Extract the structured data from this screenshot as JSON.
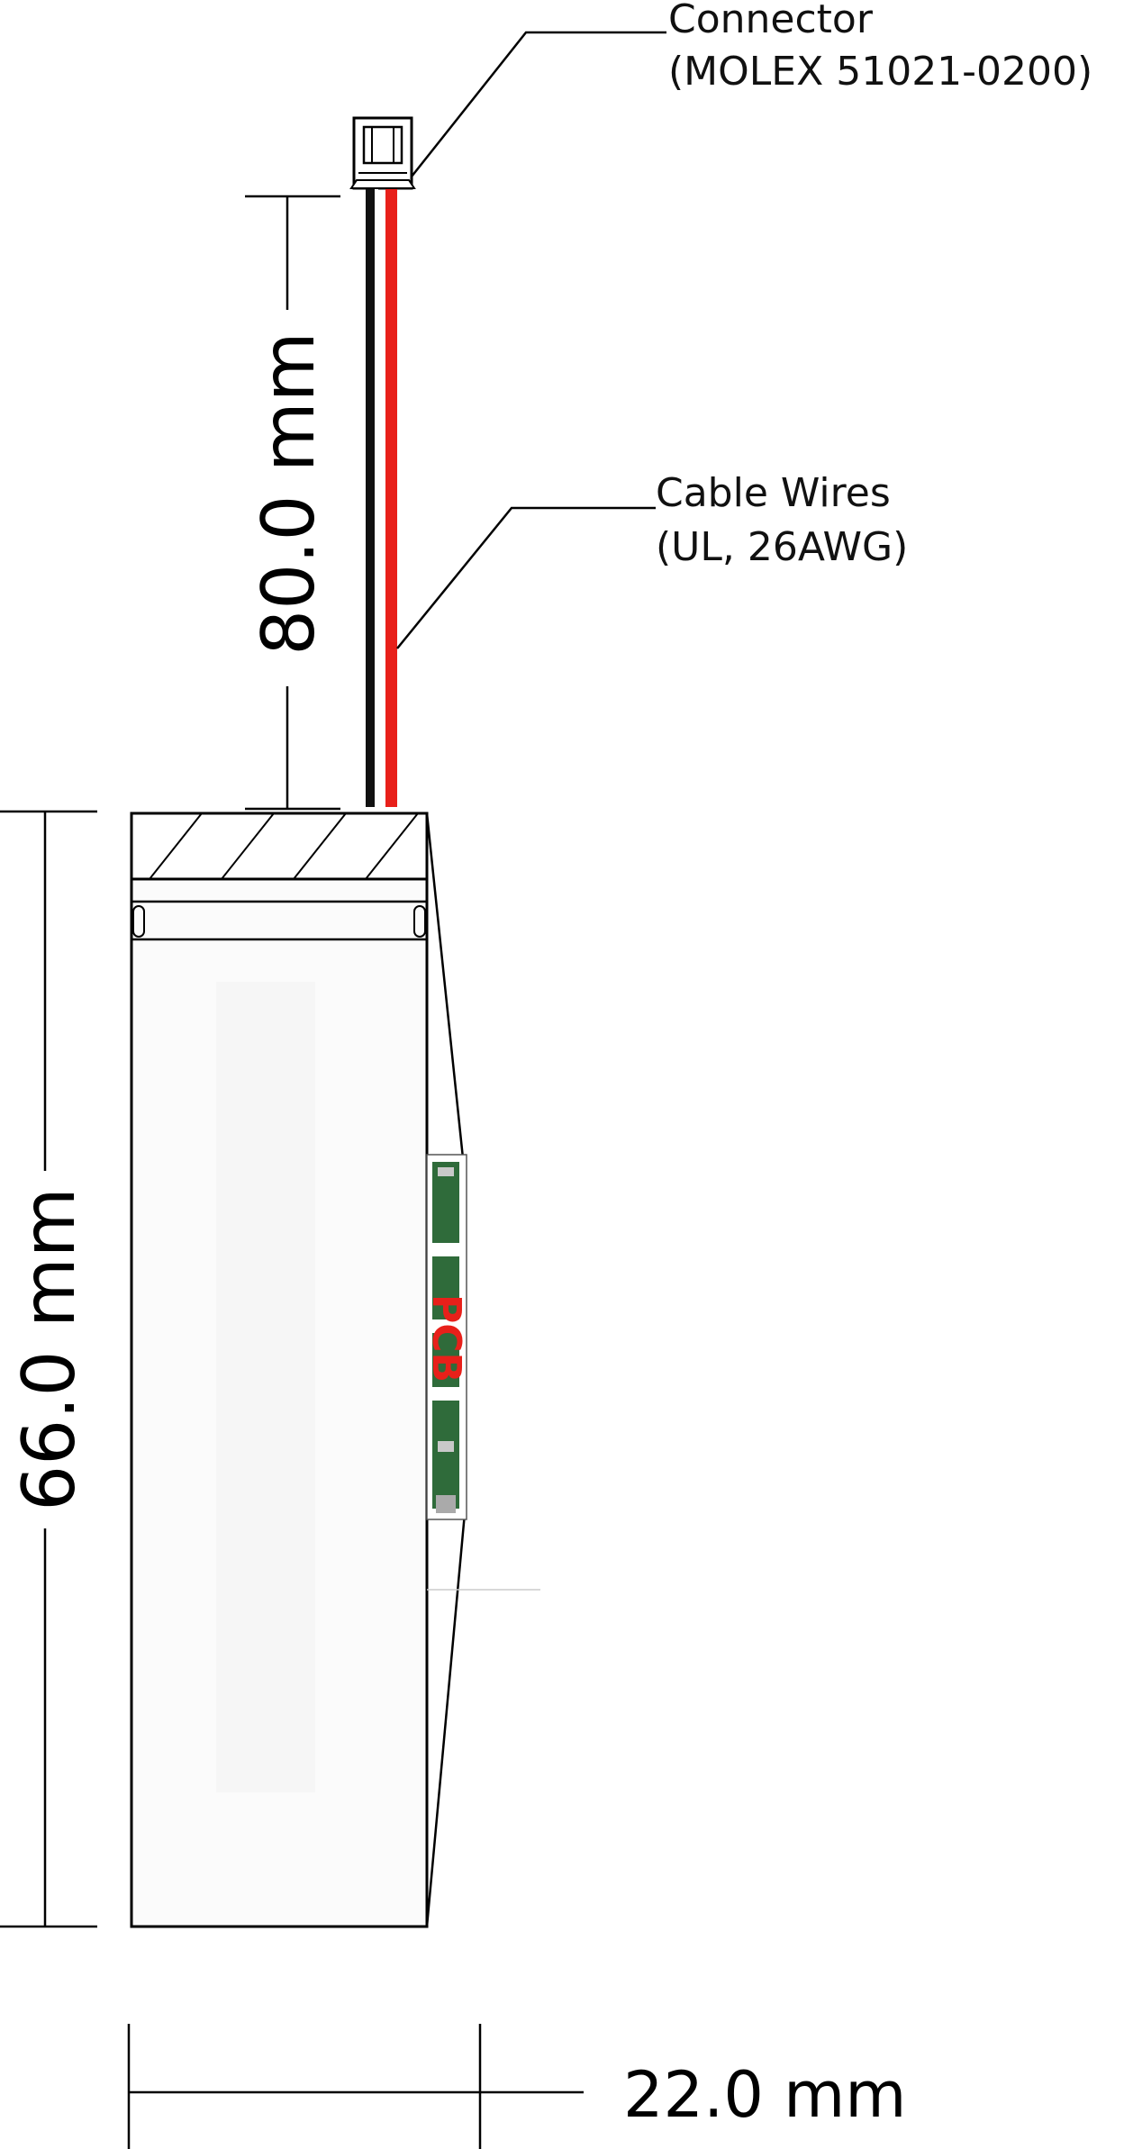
{
  "callouts": {
    "connector_line1": "Connector",
    "connector_line2": "(MOLEX 51021-0200)",
    "cable_line1": "Cable Wires",
    "cable_line2": "(UL, 26AWG)"
  },
  "dimensions": {
    "cable_length": "80.0 mm",
    "battery_height": "66.0 mm",
    "battery_width": "22.0 mm"
  },
  "pcb_label": "PCB",
  "colors": {
    "line": "#000000",
    "red_wire": "#e8201a",
    "black_wire": "#111111",
    "pcb_green": "#2f6b3a",
    "pcb_text": "#e8201a",
    "battery_fill": "#fbfbfb"
  }
}
